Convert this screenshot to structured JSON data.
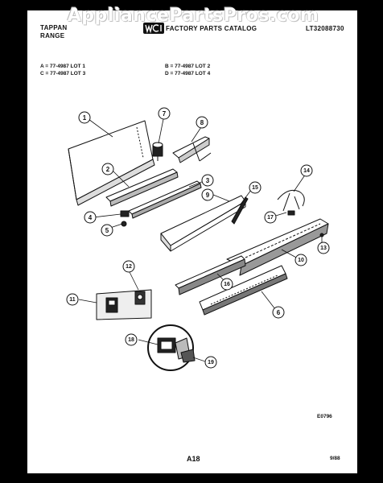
{
  "watermark": "AppliancePartsPros.com",
  "header": {
    "brand": "TAPPAN",
    "product": "RANGE",
    "catalog_title": "FACTORY PARTS CATALOG",
    "catalog_number": "LT32088730"
  },
  "models": {
    "a": "A = 77-4987 LOT 1",
    "b": "B = 77-4987 LOT 2",
    "c": "C = 77-4987 LOT 3",
    "d": "D = 77-4987 LOT 4"
  },
  "callouts": [
    "1",
    "2",
    "3",
    "4",
    "5",
    "6",
    "7",
    "8",
    "9",
    "10",
    "11",
    "12",
    "13",
    "14",
    "15",
    "16",
    "17",
    "18",
    "19"
  ],
  "footer": {
    "drawing_code": "E0796",
    "page": "A18",
    "date": "9/88"
  }
}
